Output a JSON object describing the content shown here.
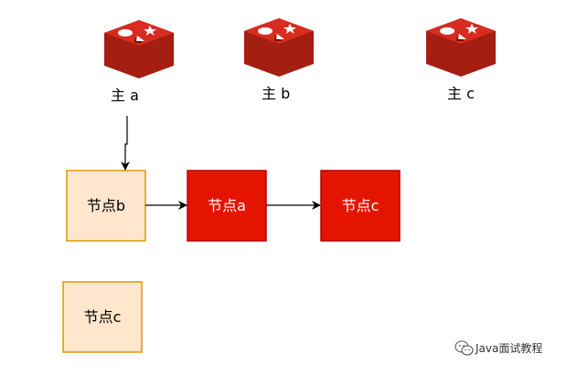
{
  "masters": [
    {
      "id": "a",
      "label": "主 a"
    },
    {
      "id": "b",
      "label": "主 b"
    },
    {
      "id": "c",
      "label": "主 c"
    }
  ],
  "nodes": [
    {
      "id": "b",
      "label": "节点b",
      "style": "light"
    },
    {
      "id": "a",
      "label": "节点a",
      "style": "red"
    },
    {
      "id": "c1",
      "label": "节点c",
      "style": "red"
    },
    {
      "id": "c2",
      "label": "节点c",
      "style": "light"
    }
  ],
  "watermark": "Java面试教程",
  "colors": {
    "light_fill": "#ffe6cc",
    "light_stroke": "#d79b00",
    "red_fill": "#e51400",
    "red_stroke": "#b20000",
    "redis_red": "#c6302b",
    "redis_dark": "#a41e11"
  },
  "icons": {
    "master": "redis-logo-icon",
    "watermark": "wechat-icon"
  }
}
